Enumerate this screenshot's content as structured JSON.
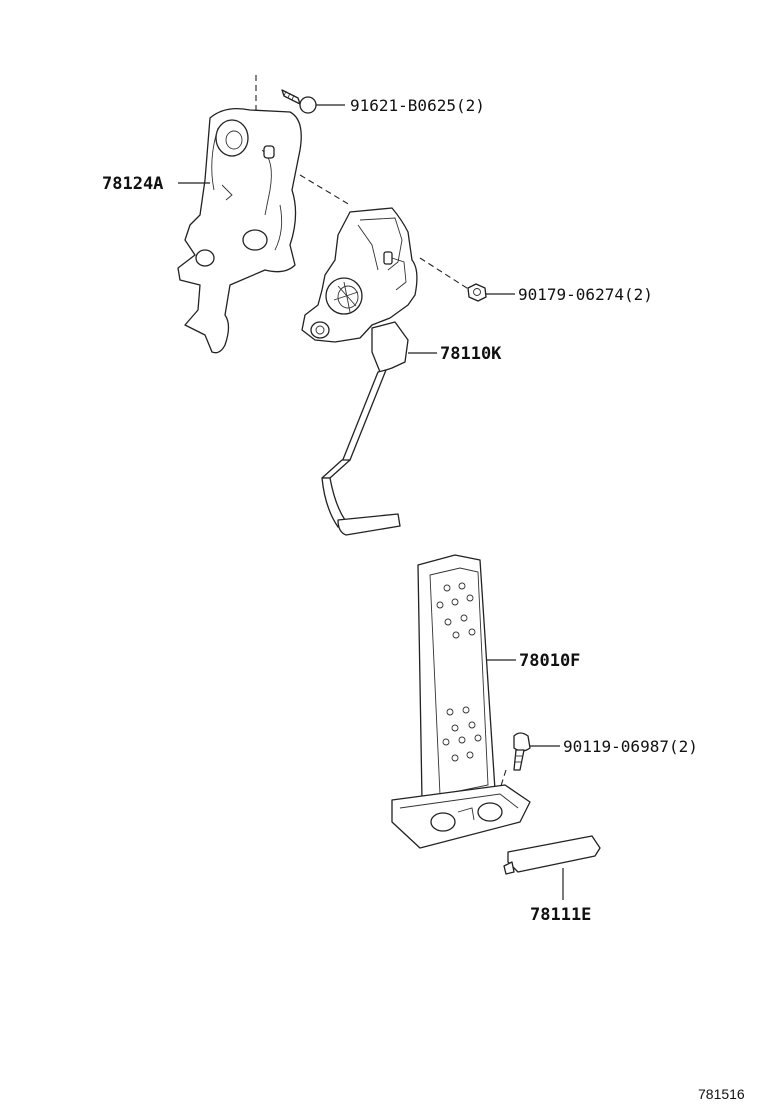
{
  "labels": {
    "bolt_top": "91621-B0625(2)",
    "bracket": "78124A",
    "nut": "90179-06274(2)",
    "sensor_arm": "78110K",
    "pedal_pad": "78010F",
    "bolt_pedal": "90119-06987(2)",
    "cover": "78111E",
    "figure_number": "781516"
  }
}
